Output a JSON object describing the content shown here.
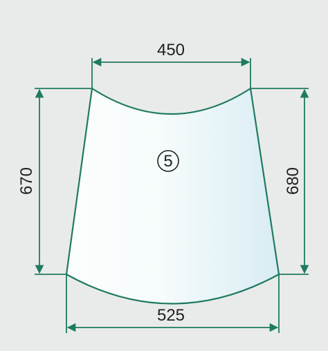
{
  "diagram": {
    "shape_marker": "5",
    "dimensions": {
      "top": "450",
      "bottom": "525",
      "left": "670",
      "right": "680"
    }
  },
  "colors": {
    "background": "#e9ebea",
    "line": "#1e7a60",
    "glass_light": "#fbfefd",
    "glass_tint": "#d8ecf3",
    "text": "#1f1f1f"
  }
}
